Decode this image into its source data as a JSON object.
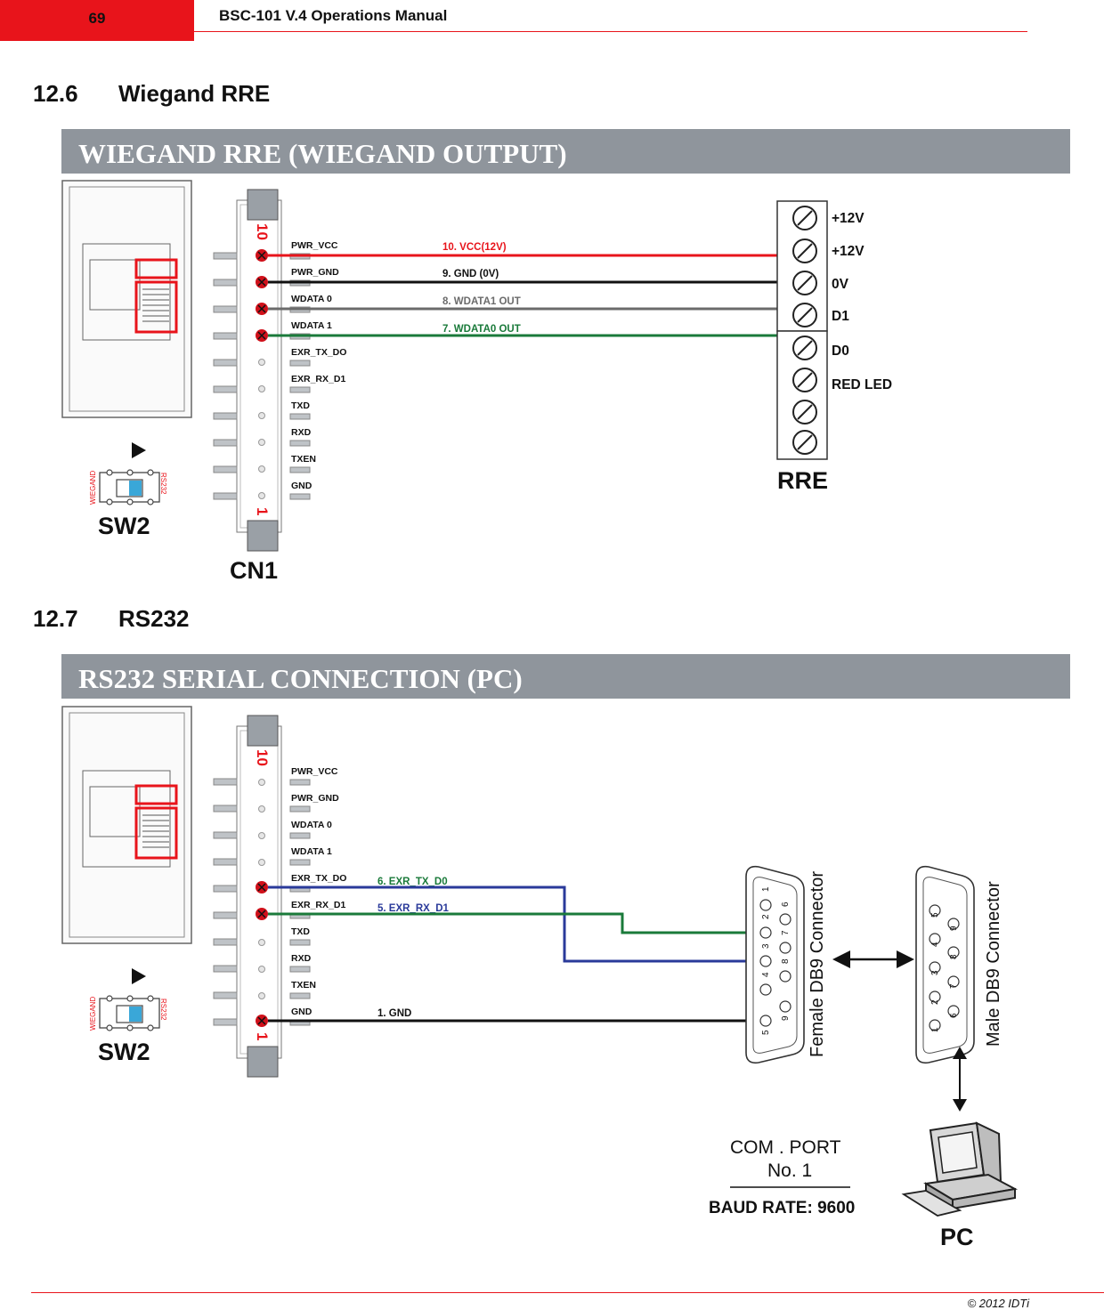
{
  "header": {
    "page_number": "69",
    "title": "BSC-101 V.4 Operations Manual"
  },
  "sections": [
    {
      "number": "12.6",
      "title": "Wiegand RRE"
    },
    {
      "number": "12.7",
      "title": "RS232"
    }
  ],
  "diagram1": {
    "banner": "WIEGAND RRE (WIEGAND OUTPUT)",
    "cn1_pins": [
      "PWR_VCC",
      "PWR_GND",
      "WDATA 0",
      "WDATA 1",
      "EXR_TX_DO",
      "EXR_RX_D1",
      "TXD",
      "RXD",
      "TXEN",
      "GND"
    ],
    "pin_top": "10",
    "pin_bottom": "1",
    "connector_label": "CN1",
    "switch_label": "SW2",
    "switch_left": "WIEGAND",
    "switch_right": "RS232",
    "wires": [
      {
        "label": "10. VCC(12V)",
        "color": "#e8141b"
      },
      {
        "label": "9. GND (0V)",
        "color": "#111111"
      },
      {
        "label": "8. WDATA1 OUT",
        "color": "#6b6b6b"
      },
      {
        "label": "7. WDATA0 OUT",
        "color": "#1a7a3a"
      }
    ],
    "rre_terminals": [
      "+12V",
      "+12V",
      "0V",
      "D1",
      "D0",
      "RED LED"
    ],
    "rre_label": "RRE"
  },
  "diagram2": {
    "banner": "RS232 SERIAL CONNECTION (PC)",
    "cn1_pins": [
      "PWR_VCC",
      "PWR_GND",
      "WDATA 0",
      "WDATA 1",
      "EXR_TX_DO",
      "EXR_RX_D1",
      "TXD",
      "RXD",
      "TXEN",
      "GND"
    ],
    "pin_top": "10",
    "pin_bottom": "1",
    "switch_label": "SW2",
    "switch_left": "WIEGAND",
    "switch_right": "RS232",
    "wires": [
      {
        "label": "6. EXR_TX_D0",
        "color": "#1a7a3a"
      },
      {
        "label": "5. EXR_RX_D1",
        "color": "#2a3a9a"
      },
      {
        "label": "1. GND",
        "color": "#111111"
      }
    ],
    "female_label": "Female DB9 Connector",
    "male_label": "Male DB9 Connector",
    "female_pins_row1": [
      "1",
      "2",
      "3",
      "4",
      "5"
    ],
    "female_pins_row2": [
      "6",
      "7",
      "8",
      "9"
    ],
    "male_pins_row1": [
      "5",
      "4",
      "3",
      "2",
      "1"
    ],
    "male_pins_row2": [
      "9",
      "8",
      "7",
      "6"
    ],
    "com_port": "COM . PORT",
    "com_no": "No. 1",
    "baud_rate": "BAUD RATE: 9600",
    "pc_label": "PC"
  },
  "footer": {
    "copyright": "© 2012 IDTi"
  },
  "colors": {
    "accent_red": "#e8141b",
    "banner_gray": "#8f959c"
  }
}
